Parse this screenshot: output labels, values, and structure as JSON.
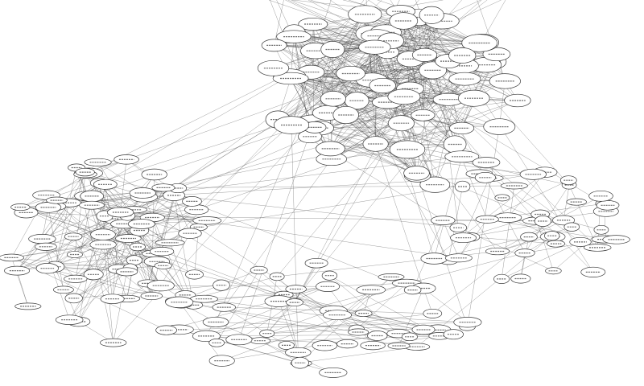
{
  "diagram": {
    "type": "network graph",
    "node_shape": "ellipse",
    "colors": {
      "background": "#ffffff",
      "edge": "#3a3a3a",
      "node_fill": "#ffffff",
      "node_stroke": "#3a3a3a",
      "label": "#3a3a3a"
    },
    "clusters": [
      {
        "id": "top",
        "density": "very dense",
        "node_count": 70
      },
      {
        "id": "left",
        "density": "dense",
        "node_count": 75
      },
      {
        "id": "bottom",
        "density": "sparse",
        "node_count": 55
      },
      {
        "id": "right",
        "density": "sparse",
        "node_count": 45
      }
    ],
    "labels_legible": false
  }
}
